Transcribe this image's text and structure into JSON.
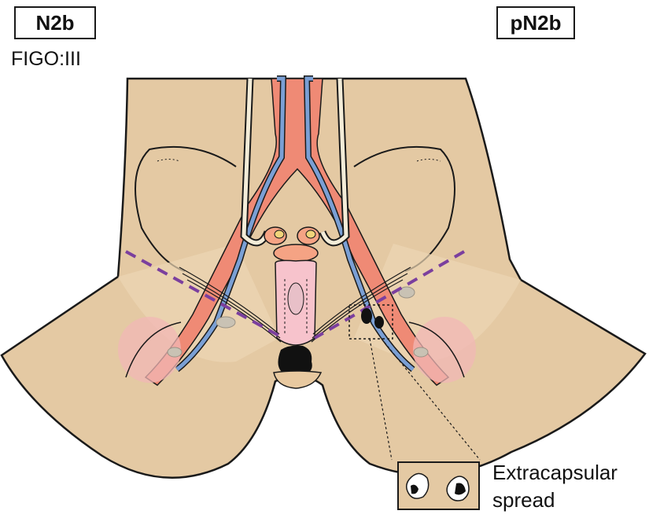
{
  "labels": {
    "clinical_stage": "N2b",
    "pathologic_stage": "pN2b",
    "figo_stage": "FIGO:III",
    "inset_caption_line1": "Extracapsular",
    "inset_caption_line2": "spread"
  },
  "colors": {
    "skin": "#e4c9a3",
    "skin_outline": "#1a1a1a",
    "artery": "#ef8a75",
    "vein": "#7a9fd4",
    "node_pink": "#f2b7b5",
    "lymph_boundary": "#7b3f9e",
    "tumor": "#111111"
  }
}
